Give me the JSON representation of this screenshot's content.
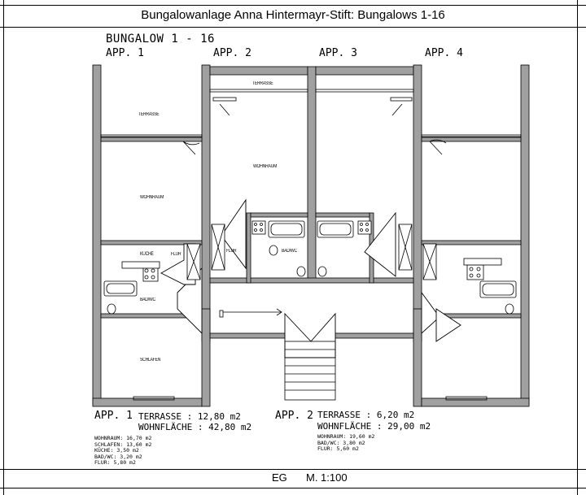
{
  "header": {
    "title": "Bungalowanlage Anna Hintermayr-Stift: Bungalows 1-16"
  },
  "plan": {
    "title": "BUNGALOW 1 - 16",
    "apartments": [
      "APP. 1",
      "APP. 2",
      "APP. 3",
      "APP. 4"
    ],
    "rooms": {
      "terrasse_1": "TERRASSE",
      "terrasse_2": "TERRASSE",
      "wohnraum_1": "WOHNRAUM",
      "wohnraum_2": "WOHNRAUM",
      "kueche_1": "KÜCHE",
      "flur_1": "FLUR",
      "flur_2": "FLUR",
      "bad_1": "BAD/WC",
      "bad_2": "BAD/WC",
      "schlafen_1": "SCHLAFEN"
    }
  },
  "summary": {
    "app1": {
      "label": "APP. 1",
      "terrasse": "TERRASSE : 12,80 m2",
      "wohnflaeche": "WOHNFLÄCHE : 42,80 m2",
      "details": [
        "WOHNRAUM: 16,70 m2",
        "SCHLAFEN: 13,60 m2",
        "KÜCHE: 3,50 m2",
        "BAD/WC: 3,20 m2",
        "FLUR: 5,80 m2"
      ]
    },
    "app2": {
      "label": "APP. 2",
      "terrasse": "TERRASSE : 6,20 m2",
      "wohnflaeche": "WOHNFLÄCHE : 29,00 m2",
      "details": [
        "WOHNRAUM: 19,60 m2",
        "BAD/WC: 3,80 m2",
        "FLUR: 5,60 m2"
      ]
    }
  },
  "footer": {
    "floor": "EG",
    "scale": "M. 1:100"
  }
}
